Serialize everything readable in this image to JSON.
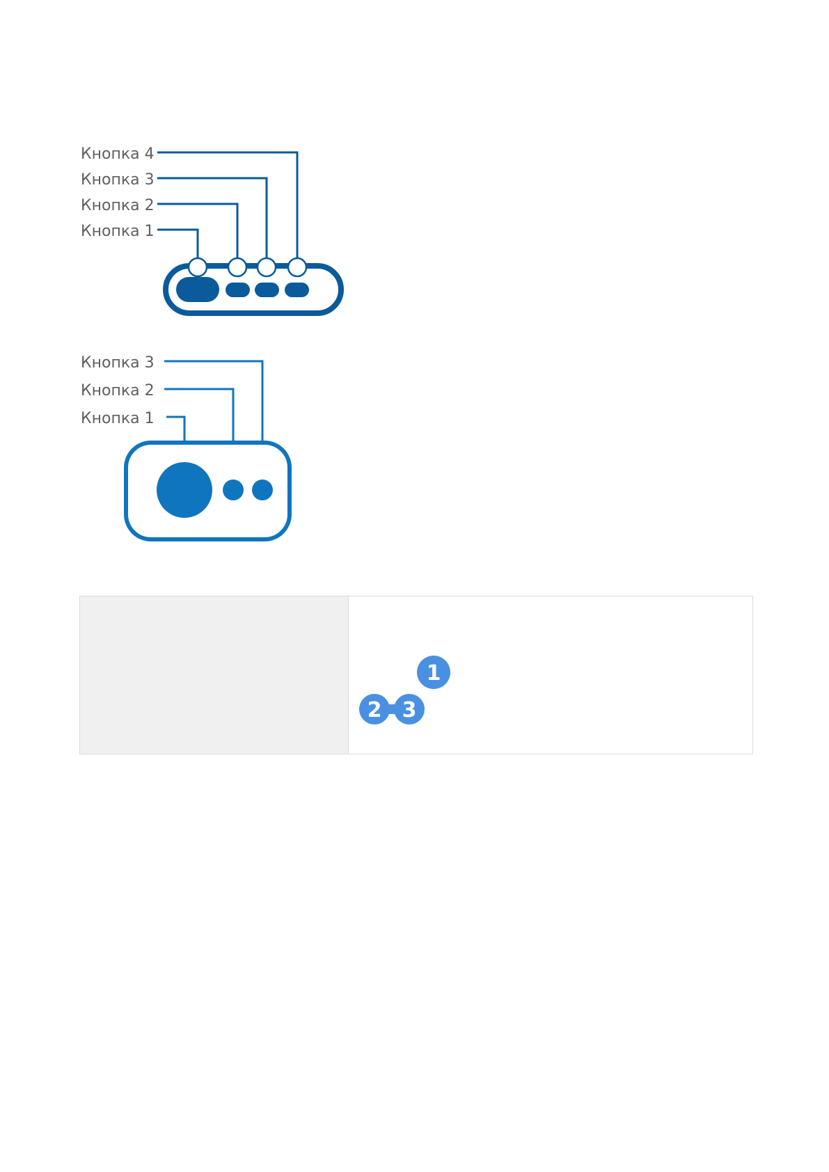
{
  "diagram_4_buttons": {
    "labels": [
      "Кнопка 4",
      "Кнопка 3",
      "Кнопка 2",
      "Кнопка 1"
    ],
    "device_color": "#0a5a9c"
  },
  "diagram_3_buttons": {
    "labels": [
      "Кнопка 3",
      "Кнопка 2",
      "Кнопка 1"
    ],
    "device_color": "#0f75bf"
  },
  "table": {
    "badges": [
      "1",
      "2",
      "3"
    ],
    "badge_color": "#4a90e2"
  }
}
